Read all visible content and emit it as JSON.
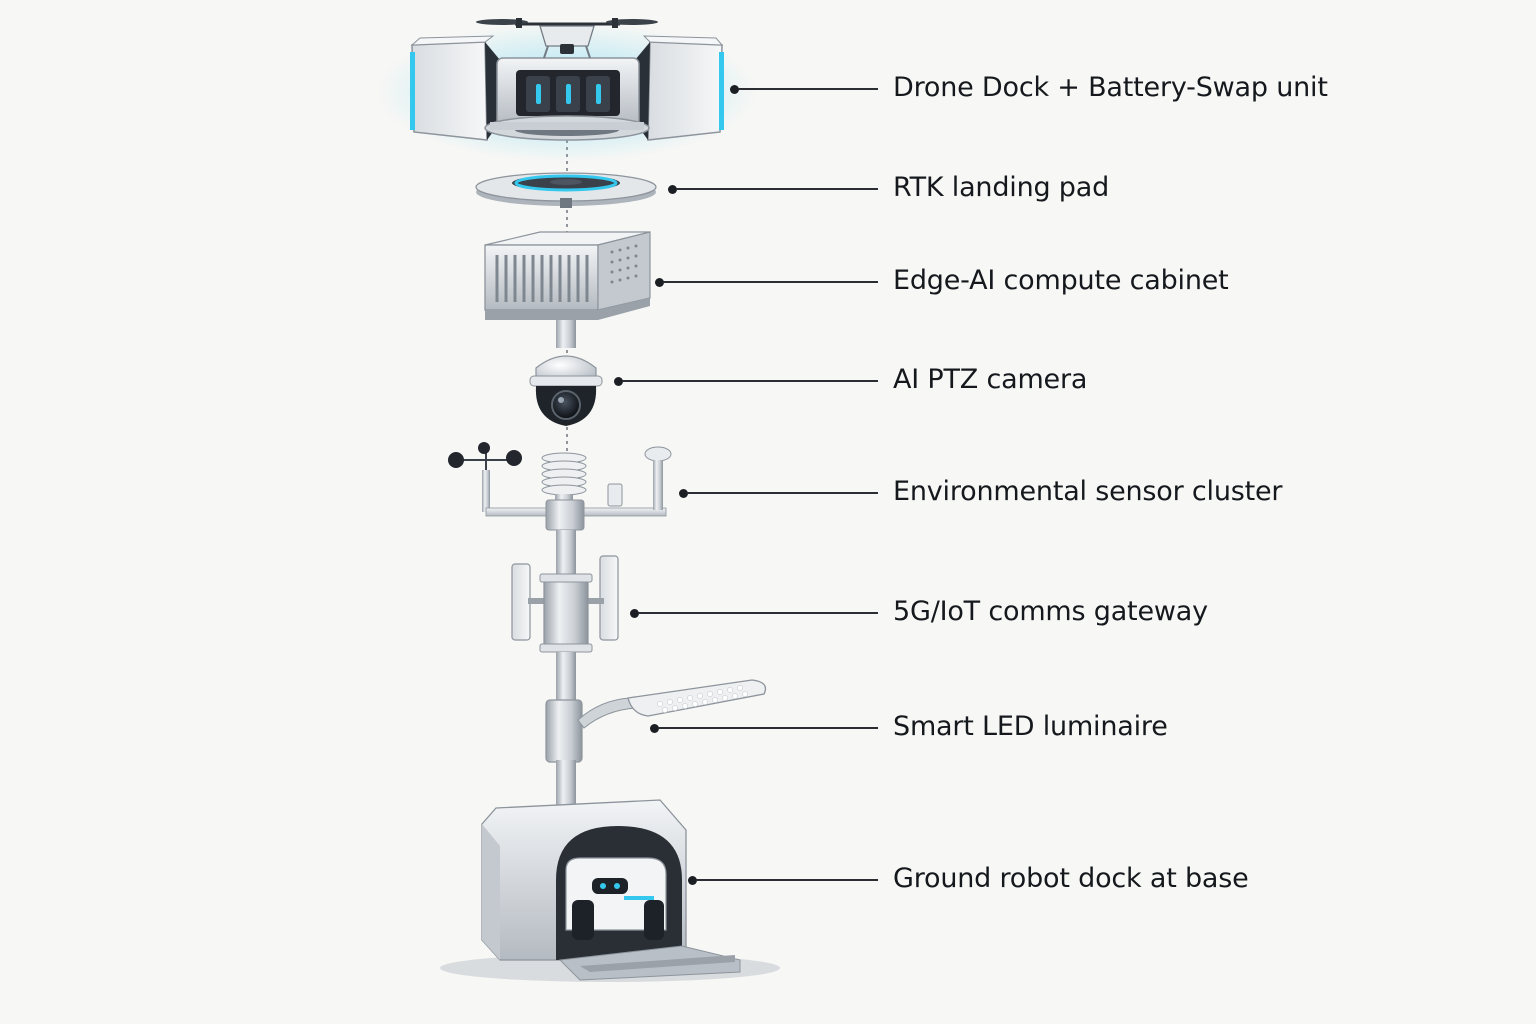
{
  "diagram": {
    "components": [
      {
        "id": "drone-dock",
        "label": "Drone Dock + Battery-Swap unit"
      },
      {
        "id": "rtk-pad",
        "label": "RTK landing pad"
      },
      {
        "id": "edge-ai",
        "label": "Edge-AI compute cabinet"
      },
      {
        "id": "ptz-camera",
        "label": "AI PTZ camera"
      },
      {
        "id": "env-sensors",
        "label": "Environmental sensor cluster"
      },
      {
        "id": "comms-gateway",
        "label": "5G/IoT comms gateway"
      },
      {
        "id": "led-luminaire",
        "label": "Smart LED luminaire"
      },
      {
        "id": "robot-dock",
        "label": "Ground robot dock at base"
      }
    ],
    "colors": {
      "accent_glow": "#35c8ee",
      "metal_light": "#e9ecef",
      "metal_mid": "#b9bfc6",
      "metal_dark": "#6f7780",
      "ink": "#15191d"
    }
  }
}
